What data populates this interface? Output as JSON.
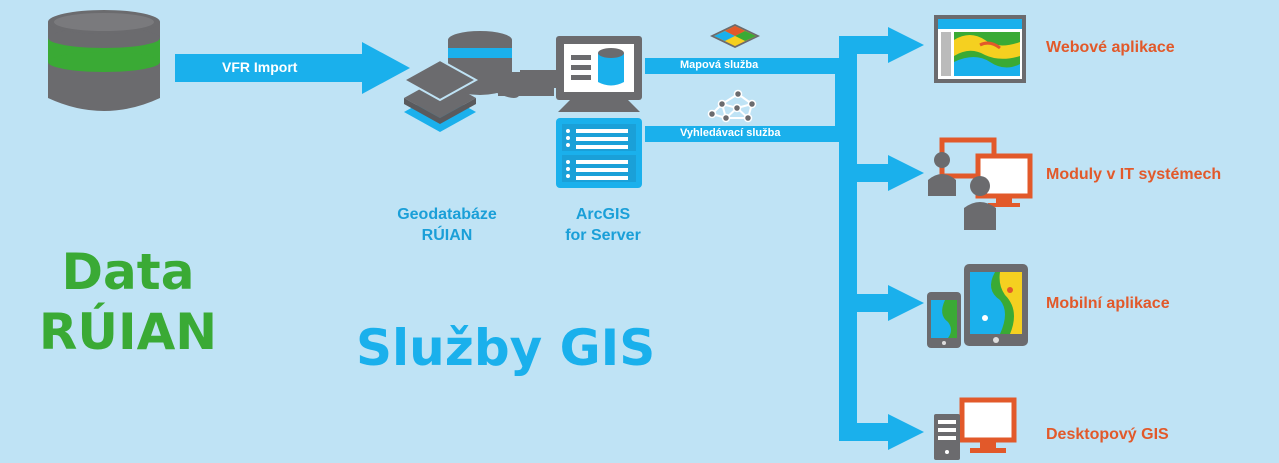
{
  "source": {
    "title_line1": "Data",
    "title_line2": "RÚIAN"
  },
  "import_arrow": {
    "label": "VFR Import"
  },
  "geodatabase": {
    "label_line1": "Geodatabáze",
    "label_line2": "RÚIAN"
  },
  "server": {
    "label_line1": "ArcGIS",
    "label_line2": "for Server"
  },
  "services": {
    "title": "Služby GIS",
    "map_service": "Mapová služba",
    "search_service": "Vyhledávací služba"
  },
  "outputs": [
    {
      "label": "Webové aplikace",
      "icon": "web-app-icon"
    },
    {
      "label": "Moduly v IT systémech",
      "icon": "it-modules-icon"
    },
    {
      "label": "Mobilní aplikace",
      "icon": "mobile-app-icon"
    },
    {
      "label": "Desktopový GIS",
      "icon": "desktop-gis-icon"
    }
  ],
  "colors": {
    "background": "#bfe3f5",
    "arrow_blue": "#1ab0ec",
    "green": "#3aaa35",
    "orange": "#e2592a",
    "gray": "#6b6b6e"
  }
}
